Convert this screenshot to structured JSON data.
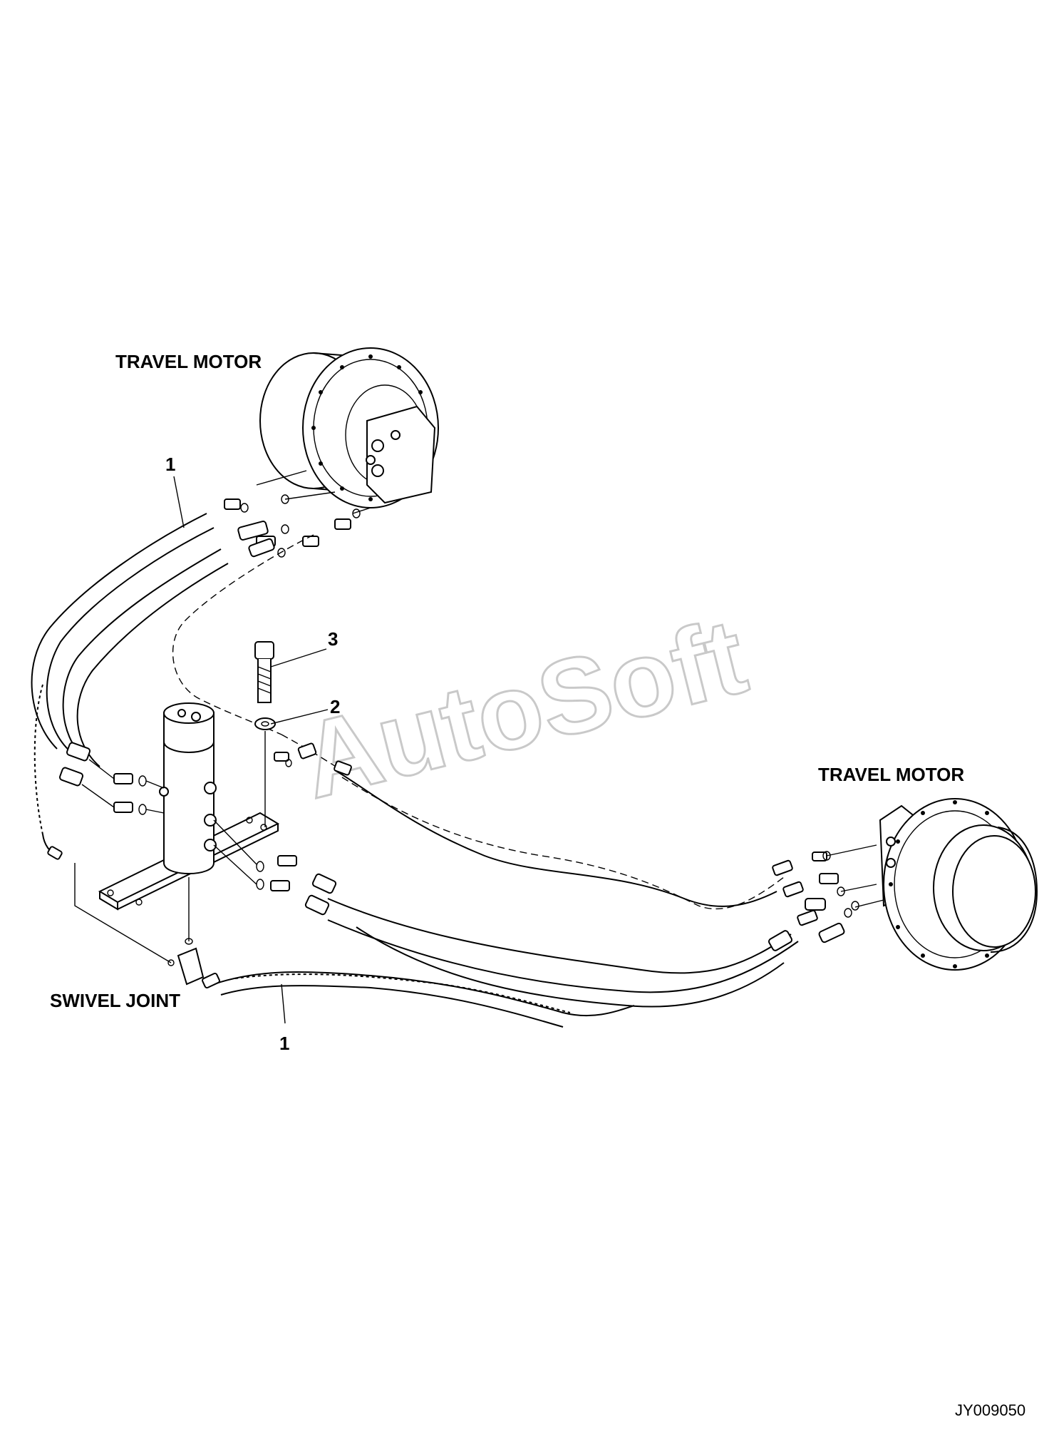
{
  "labels": {
    "travel_motor_top": "TRAVEL MOTOR",
    "travel_motor_right": "TRAVEL MOTOR",
    "swivel_joint": "SWIVEL JOINT"
  },
  "callouts": {
    "hose_top": "1",
    "hose_bottom": "1",
    "washer": "2",
    "bolt": "3"
  },
  "drawing_code": "JY009050",
  "watermark": "AutoSoft"
}
